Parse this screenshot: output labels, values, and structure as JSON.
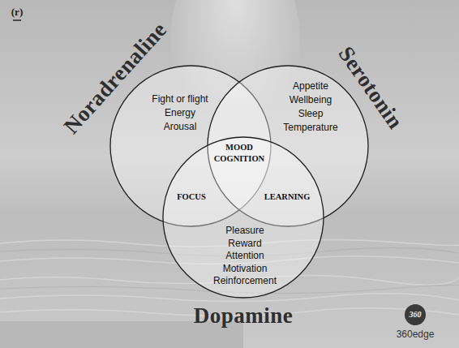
{
  "diagram": {
    "nodes": [
      {
        "text": [
          "Noradrenaline",
          "Fight or flight Energy Arousal"
        ]
      },
      {
        "text": [
          "Serotonin",
          "Appetite Wellbeing Sleep Temperature"
        ]
      },
      {
        "text": [
          "Dopamine",
          "Pleasure Reward Attention Motivation Reinforcement"
        ]
      }
    ],
    "labels": [
      "(r)",
      "MOOD COGNITION",
      "FOCUS",
      "LEARNING",
      "360",
      "360edge"
    ]
  }
}
